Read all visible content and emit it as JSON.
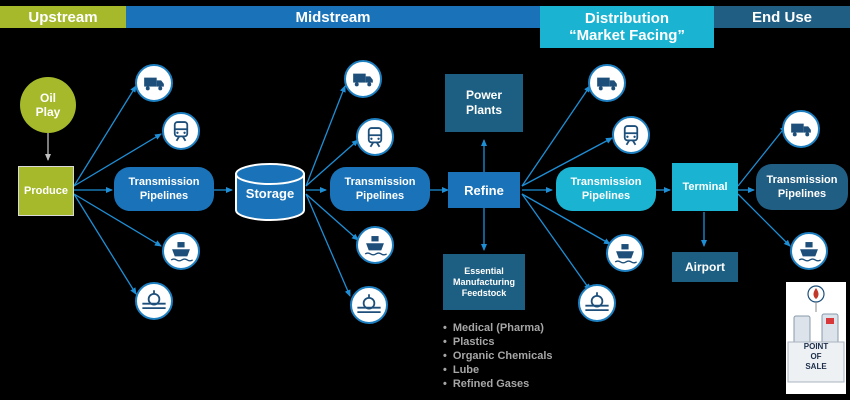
{
  "headers": {
    "upstream": "Upstream",
    "midstream": "Midstream",
    "distribution_line1": "Distribution",
    "distribution_line2": "“Market Facing”",
    "end_use": "End Use"
  },
  "nodes": {
    "oil_play_line1": "Oil",
    "oil_play_line2": "Play",
    "produce": "Produce",
    "transmission_1": "Transmission\nPipelines",
    "storage": "Storage",
    "transmission_2": "Transmission\nPipelines",
    "refine": "Refine",
    "power_plants_line1": "Power",
    "power_plants_line2": "Plants",
    "essential_line1": "Essential",
    "essential_line2": "Manufacturing",
    "essential_line3": "Feedstock",
    "transmission_3": "Transmission\nPipelines",
    "terminal": "Terminal",
    "airport": "Airport",
    "transmission_4": "Transmission\nPipelines",
    "point_of_sale_line1": "POINT",
    "point_of_sale_line2": "OF",
    "point_of_sale_line3": "SALE"
  },
  "feedstock_products": [
    "Medical (Pharma)",
    "Plastics",
    "Organic Chemicals",
    "Lube",
    "Refined Gases"
  ],
  "icons": [
    "truck-icon",
    "train-icon",
    "ship-icon",
    "pipeline-valve-icon"
  ],
  "colors": {
    "upstream_green": "#a5b92b",
    "midstream_blue": "#1a73b8",
    "distribution_teal": "#1ab3d1",
    "end_use_navy": "#215e84",
    "dark_box": "#1d5f82",
    "bullet_gray": "#a6a6a6"
  }
}
